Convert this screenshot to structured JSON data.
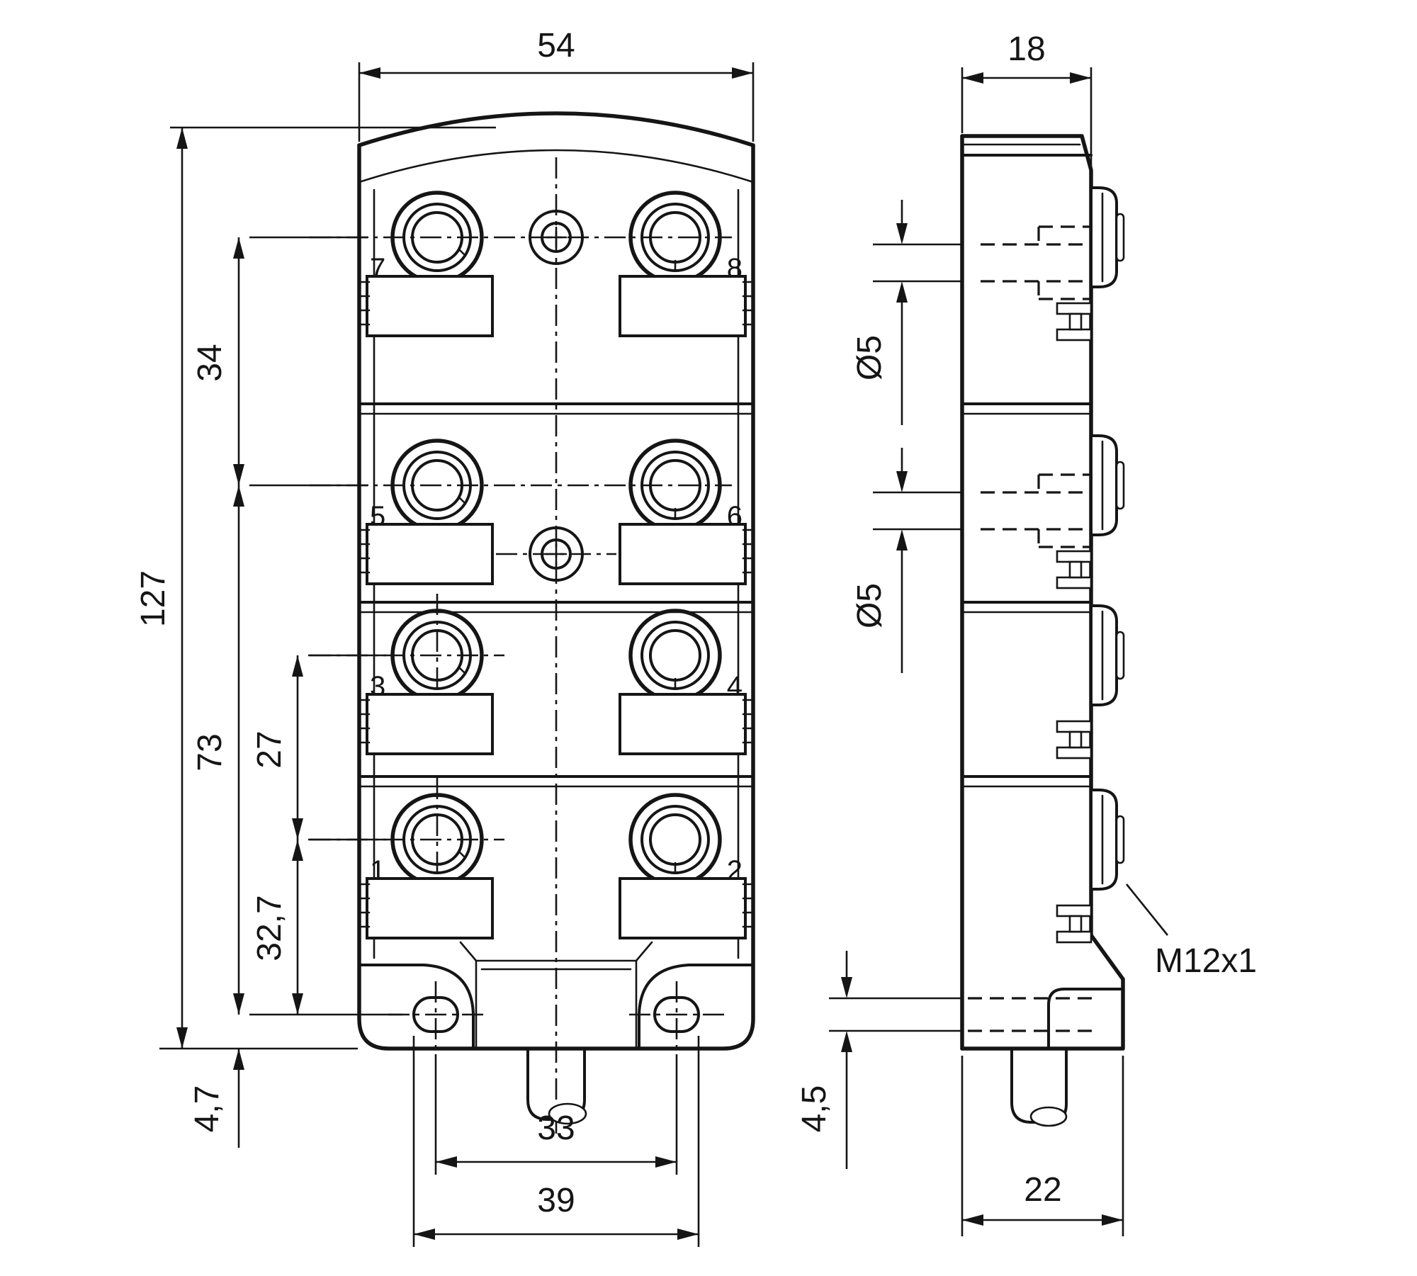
{
  "dims": {
    "front_width": "54",
    "overall_height": "127",
    "row_pitch_top": "34",
    "mid_span": "73",
    "row_pitch_lower": "27",
    "row1_to_mount": "32,7",
    "mount_to_bottom": "4,7",
    "slot_center_span": "33",
    "slot_outer_span": "39",
    "side_depth": "18",
    "hole_dia_top": "Ø5",
    "hole_dia_mid": "Ø5",
    "thread_label": "M12x1",
    "mount_slot_width": "4,5",
    "foot_depth": "22"
  },
  "ports": {
    "p1": "1",
    "p2": "2",
    "p3": "3",
    "p4": "4",
    "p5": "5",
    "p6": "6",
    "p7": "7",
    "p8": "8"
  },
  "colors": {
    "line": "#151515",
    "background": "#ffffff"
  }
}
